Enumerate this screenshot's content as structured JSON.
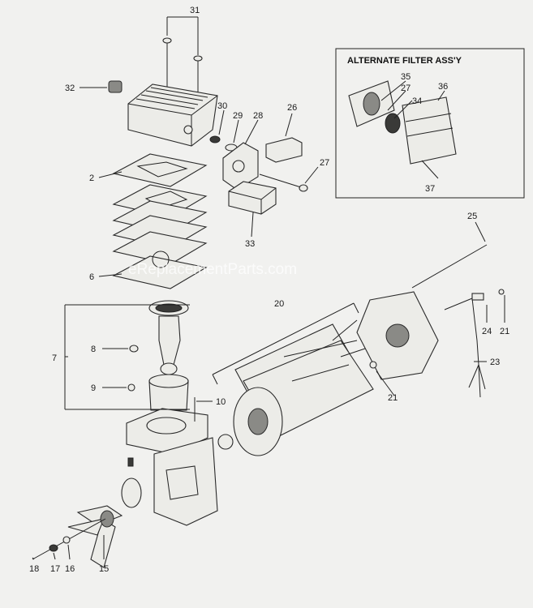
{
  "diagram": {
    "inset_title": "ALTERNATE FILTER ASS'Y",
    "watermark": "eReplacementParts.com",
    "callouts": [
      "31",
      "32",
      "30",
      "29",
      "28",
      "26",
      "27",
      "2",
      "6",
      "7",
      "8",
      "9",
      "10",
      "20",
      "25",
      "24",
      "21",
      "23",
      "15",
      "16",
      "17",
      "18",
      "35",
      "34",
      "36",
      "37",
      "33"
    ]
  },
  "colors": {
    "background": "#f1f1ef",
    "line": "#222222"
  }
}
